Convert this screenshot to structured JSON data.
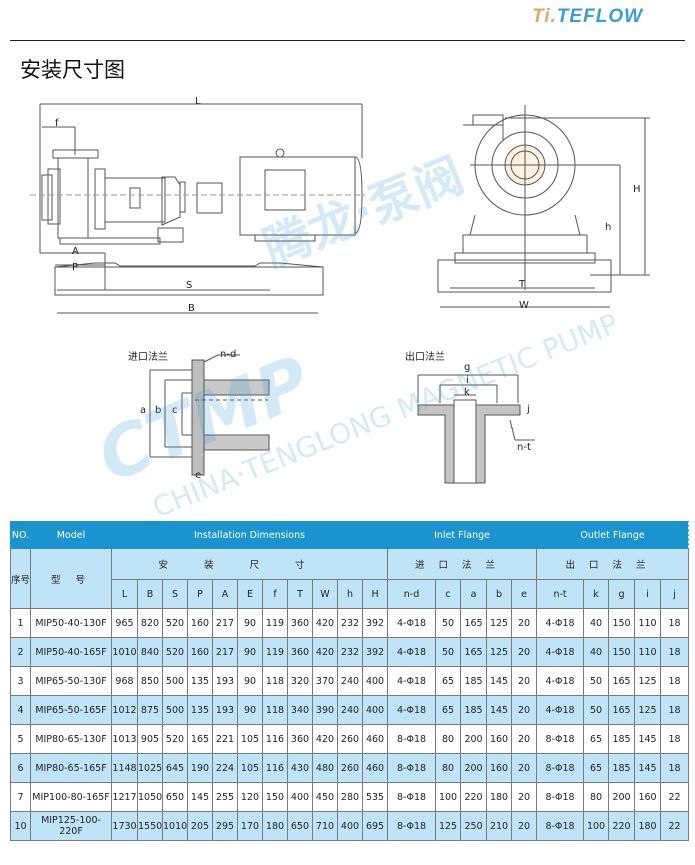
{
  "header": {
    "logo_prefix": "Ti.",
    "logo_text": "TEFLOW",
    "title": "安装尺寸图"
  },
  "watermark": {
    "brand": "CTMP",
    "chinese": "腾龙·泵阀",
    "english": "CHINA·TENGLONG MAGNETIC PUMP"
  },
  "drawing": {
    "side_labels": [
      "L",
      "f",
      "A",
      "P",
      "S",
      "B"
    ],
    "front_labels": [
      "H",
      "h",
      "T",
      "W"
    ],
    "inlet_title": "进口法兰",
    "inlet_labels": {
      "nd": "n-d",
      "a": "a",
      "b": "b",
      "c": "c",
      "e": "e"
    },
    "outlet_title": "出口法兰",
    "outlet_labels": {
      "g": "g",
      "i": "i",
      "k": "k",
      "nt": "n-t",
      "j": "j"
    }
  },
  "table": {
    "group_headers": {
      "no": "NO.",
      "model": "Model",
      "install": "Installation Dimensions",
      "inlet": "Inlet Flange",
      "outlet": "Outlet Flange"
    },
    "cn_headers": {
      "no": "序号",
      "model": "型 号",
      "install": "安装尺寸",
      "inlet": "进口法兰",
      "outlet": "出口法兰"
    },
    "columns": [
      "L",
      "B",
      "S",
      "P",
      "A",
      "E",
      "f",
      "T",
      "W",
      "h",
      "H",
      "n-d",
      "c",
      "a",
      "b",
      "e",
      "n-t",
      "k",
      "g",
      "i",
      "j"
    ],
    "rows": [
      {
        "no": "1",
        "model": "MIP50-40-130F",
        "v": [
          "965",
          "820",
          "520",
          "160",
          "217",
          "90",
          "119",
          "360",
          "420",
          "232",
          "392",
          "4-Φ18",
          "50",
          "165",
          "125",
          "20",
          "4-Φ18",
          "40",
          "150",
          "110",
          "18"
        ]
      },
      {
        "no": "2",
        "model": "MIP50-40-165F",
        "v": [
          "1010",
          "840",
          "520",
          "160",
          "217",
          "90",
          "119",
          "360",
          "420",
          "232",
          "392",
          "4-Φ18",
          "50",
          "165",
          "125",
          "20",
          "4-Φ18",
          "40",
          "150",
          "110",
          "18"
        ]
      },
      {
        "no": "3",
        "model": "MIP65-50-130F",
        "v": [
          "968",
          "850",
          "500",
          "135",
          "193",
          "90",
          "118",
          "320",
          "370",
          "240",
          "400",
          "4-Φ18",
          "65",
          "185",
          "145",
          "20",
          "4-Φ18",
          "50",
          "165",
          "125",
          "18"
        ]
      },
      {
        "no": "4",
        "model": "MIP65-50-165F",
        "v": [
          "1012",
          "875",
          "500",
          "135",
          "193",
          "90",
          "118",
          "340",
          "390",
          "240",
          "400",
          "4-Φ18",
          "65",
          "185",
          "145",
          "20",
          "4-Φ18",
          "50",
          "165",
          "125",
          "18"
        ]
      },
      {
        "no": "5",
        "model": "MIP80-65-130F",
        "v": [
          "1013",
          "905",
          "520",
          "165",
          "221",
          "105",
          "116",
          "360",
          "420",
          "260",
          "460",
          "8-Φ18",
          "80",
          "200",
          "160",
          "20",
          "8-Φ18",
          "65",
          "185",
          "145",
          "18"
        ]
      },
      {
        "no": "6",
        "model": "MIP80-65-165F",
        "v": [
          "1148",
          "1025",
          "645",
          "190",
          "224",
          "105",
          "116",
          "430",
          "480",
          "260",
          "460",
          "8-Φ18",
          "80",
          "200",
          "160",
          "20",
          "8-Φ18",
          "65",
          "185",
          "145",
          "18"
        ]
      },
      {
        "no": "7",
        "model": "MIP100-80-165F",
        "v": [
          "1217",
          "1050",
          "650",
          "145",
          "255",
          "120",
          "150",
          "400",
          "450",
          "280",
          "535",
          "8-Φ18",
          "100",
          "220",
          "180",
          "20",
          "8-Φ18",
          "80",
          "200",
          "160",
          "22"
        ]
      },
      {
        "no": "10",
        "model": "MIP125-100-220F",
        "v": [
          "1730",
          "1550",
          "1010",
          "205",
          "295",
          "170",
          "180",
          "650",
          "710",
          "400",
          "695",
          "8-Φ18",
          "125",
          "250",
          "210",
          "20",
          "8-Φ18",
          "100",
          "220",
          "180",
          "22"
        ]
      }
    ]
  },
  "colors": {
    "header_blue": "#1b93cf",
    "row_blue": "#bfe4f8",
    "logo_orange": "#e0a56a",
    "logo_blue": "#3d9ad6"
  }
}
